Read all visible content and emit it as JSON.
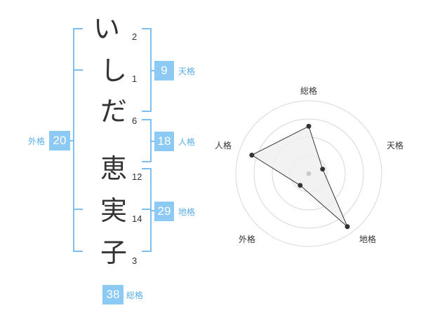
{
  "name": {
    "characters": [
      {
        "char": "い",
        "strokes": "2"
      },
      {
        "char": "し",
        "strokes": "1"
      },
      {
        "char": "だ",
        "strokes": "6"
      },
      {
        "char": "恵",
        "strokes": "12"
      },
      {
        "char": "実",
        "strokes": "14"
      },
      {
        "char": "子",
        "strokes": "3"
      }
    ]
  },
  "fortune": {
    "tenkaku": {
      "value": "9",
      "label": "天格"
    },
    "jinkaku": {
      "value": "18",
      "label": "人格"
    },
    "chikaku": {
      "value": "29",
      "label": "地格"
    },
    "gaikaku": {
      "value": "20",
      "label": "外格"
    },
    "soukaku": {
      "value": "38",
      "label": "総格"
    }
  },
  "radar": {
    "axes": [
      {
        "label": "総格",
        "value": 0.65
      },
      {
        "label": "天格",
        "value": 0.2
      },
      {
        "label": "地格",
        "value": 0.9
      },
      {
        "label": "外格",
        "value": 0.2
      },
      {
        "label": "人格",
        "value": 0.82
      }
    ],
    "colors": {
      "ring": "#d8d8d8",
      "fill": "#f0f0f0",
      "line": "#333333",
      "point": "#333333",
      "center": "#cccccc"
    }
  },
  "colors": {
    "accent": "#8cc9f3",
    "accent_text": "#5aaee8"
  }
}
